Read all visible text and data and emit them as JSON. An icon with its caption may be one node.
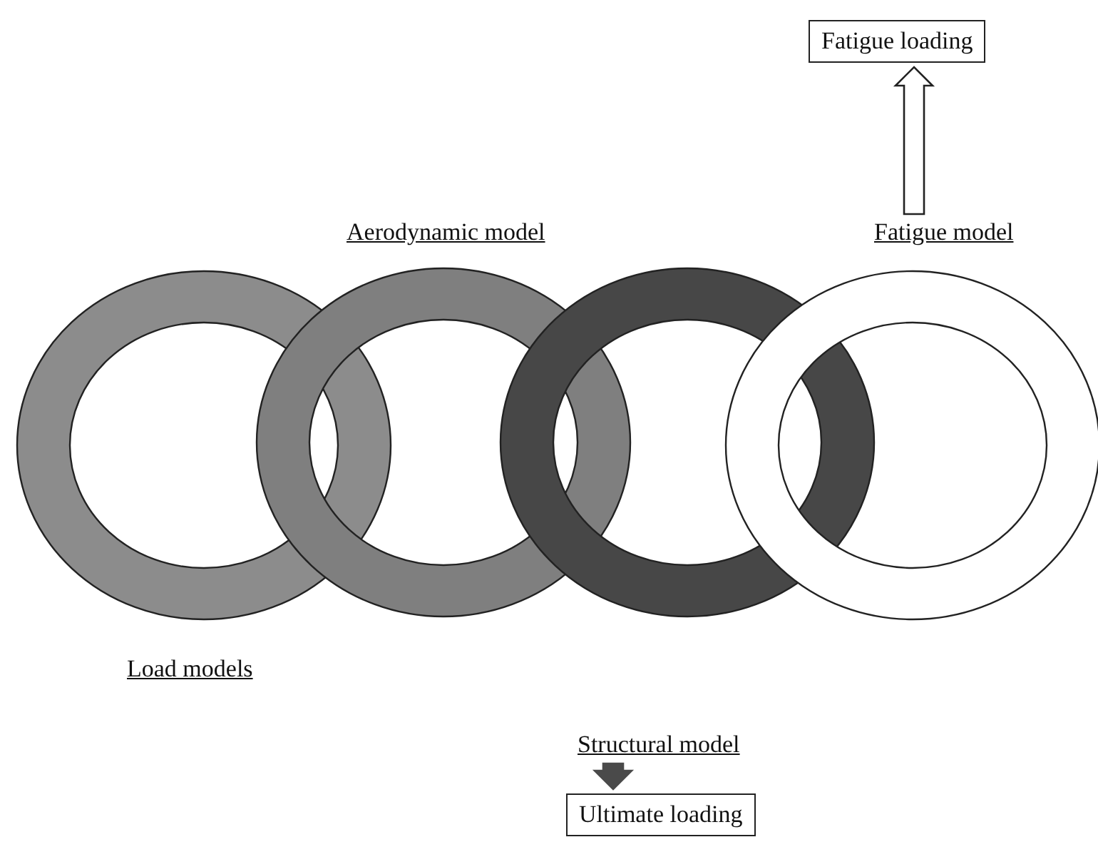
{
  "diagram": {
    "nodes": [
      {
        "text": [
          "Fatigue loading"
        ]
      },
      {
        "text": [
          "Aerodynamic model"
        ]
      },
      {
        "text": [
          "Fatigue model"
        ]
      },
      {
        "text": [],
        "shape": "circle"
      },
      {
        "text": [],
        "shape": "circle"
      },
      {
        "text": [],
        "shape": "circle"
      },
      {
        "text": [],
        "shape": "circle"
      },
      {
        "text": [
          "Load models"
        ]
      },
      {
        "text": [
          "Structural model"
        ]
      },
      {
        "text": [
          "Ultimate loading"
        ]
      }
    ],
    "edges": [
      {
        "from": 2,
        "to": 0,
        "arrow": "to",
        "style": "thick"
      },
      {
        "from": 8,
        "to": 9,
        "arrow": "to",
        "style": "thick",
        "color": "#4a4a4a"
      }
    ]
  }
}
